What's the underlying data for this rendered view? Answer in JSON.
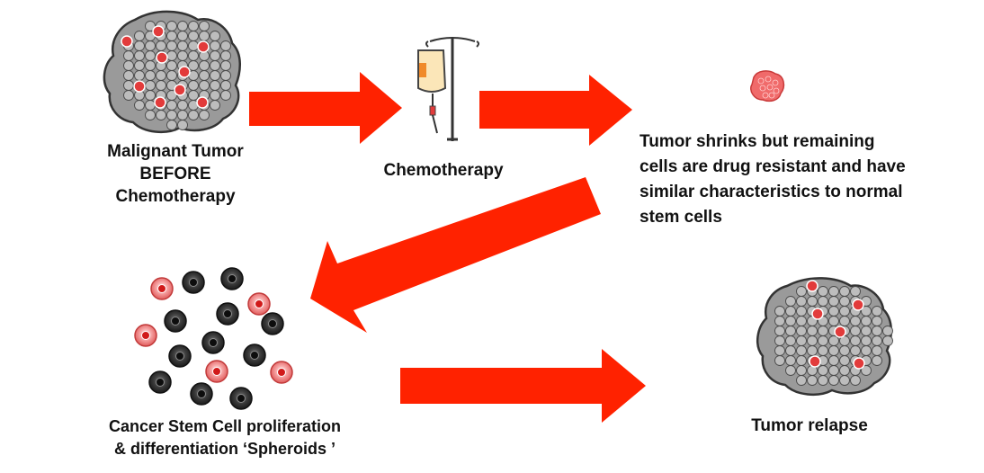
{
  "labels": {
    "malignant_tumor": [
      "Malignant Tumor",
      "BEFORE",
      "Chemotherapy"
    ],
    "chemotherapy": "Chemotherapy",
    "tumor_shrinks": [
      "Tumor shrinks but remaining",
      "cells are drug resistant and have",
      "similar characteristics to normal",
      "stem cells"
    ],
    "spheroids": [
      "Cancer Stem Cell proliferation",
      "& differentiation ‘Spheroids ’"
    ],
    "tumor_relapse": "Tumor relapse"
  },
  "colors": {
    "arrow": "#ff2200",
    "tumor_gray": "#8a8a8a",
    "tumor_outline": "#3a3a3a",
    "cancer_cell": "#e23b3b",
    "stem_cell_dark": "#2b2b2b",
    "stem_cell_red": "#f08a8a",
    "text": "#111111"
  }
}
